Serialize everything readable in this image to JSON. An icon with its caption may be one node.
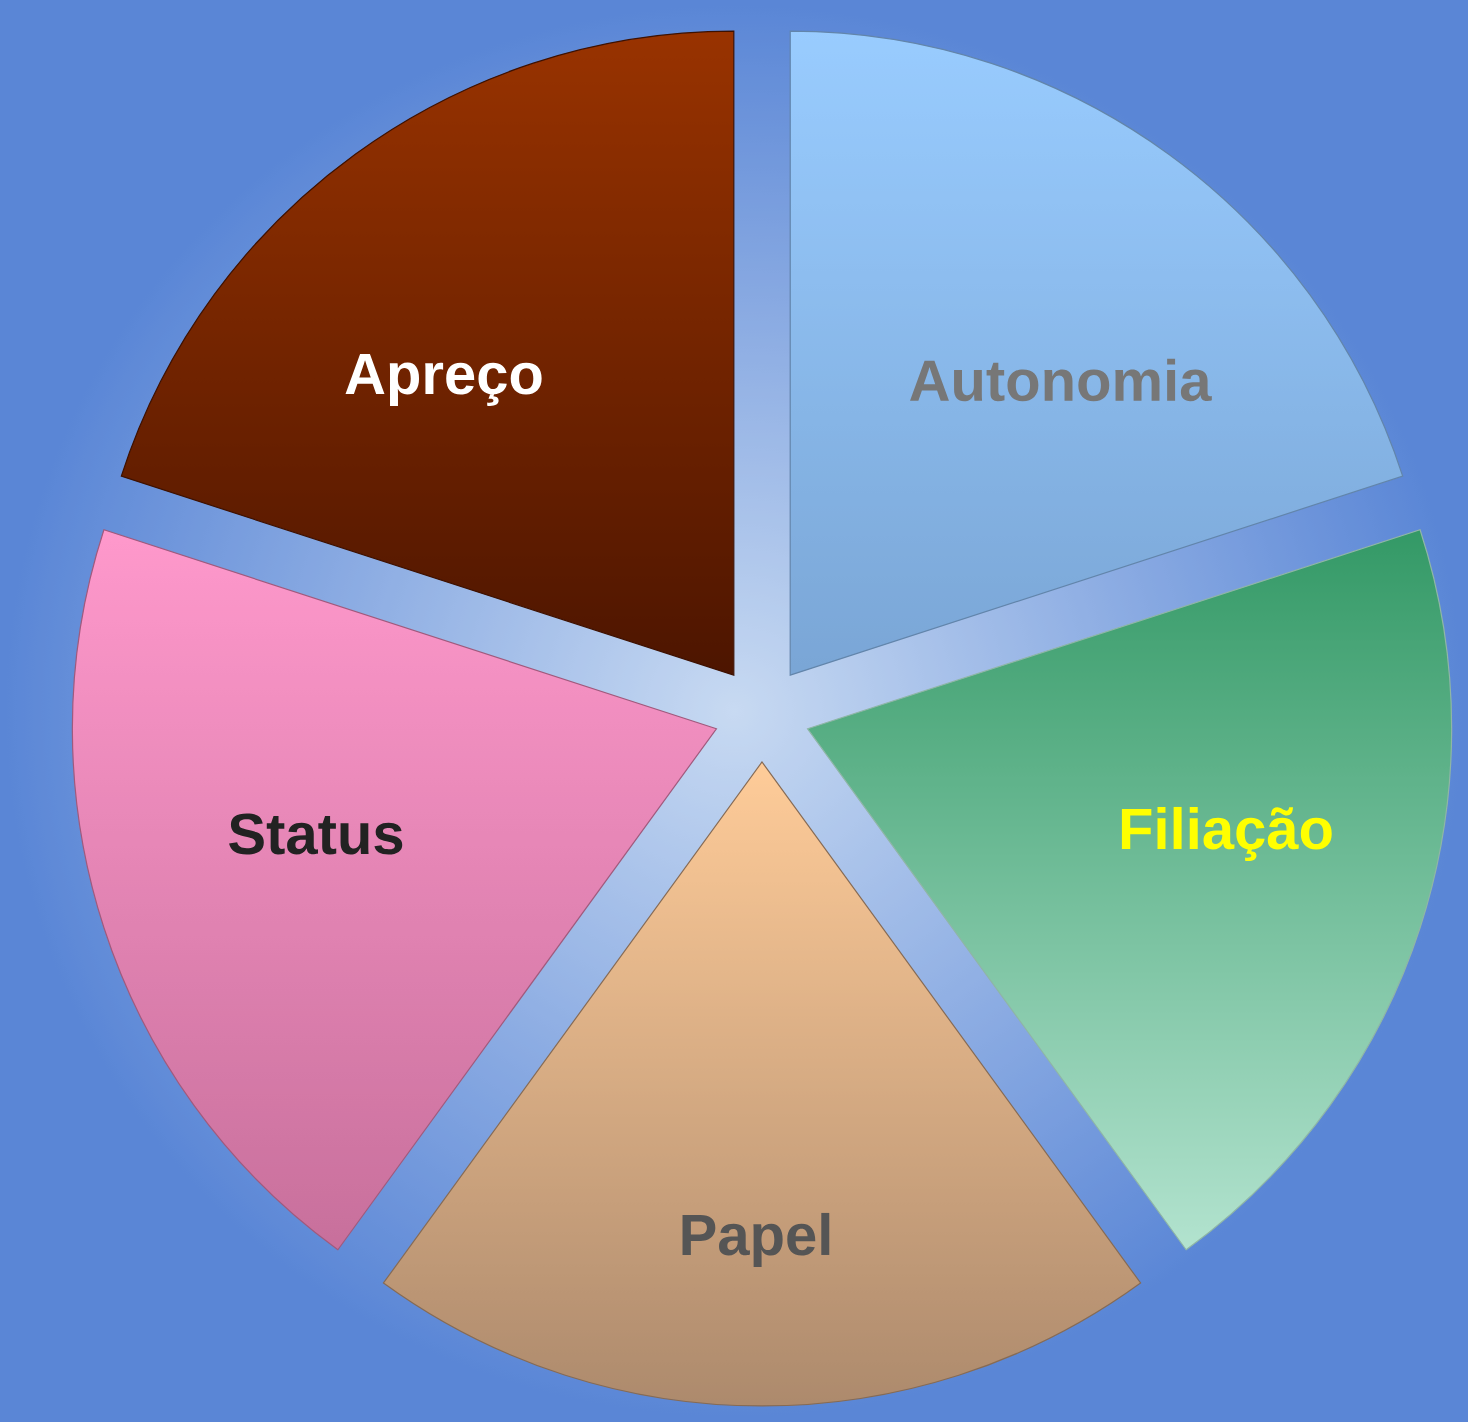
{
  "diagram": {
    "nodes": [
      {
        "text": [
          "Apreço"
        ]
      },
      {
        "text": [
          "Autonomia"
        ]
      },
      {
        "text": [
          "Status"
        ]
      },
      {
        "text": [
          "Filiação"
        ]
      },
      {
        "text": [
          "Papel"
        ]
      }
    ]
  }
}
